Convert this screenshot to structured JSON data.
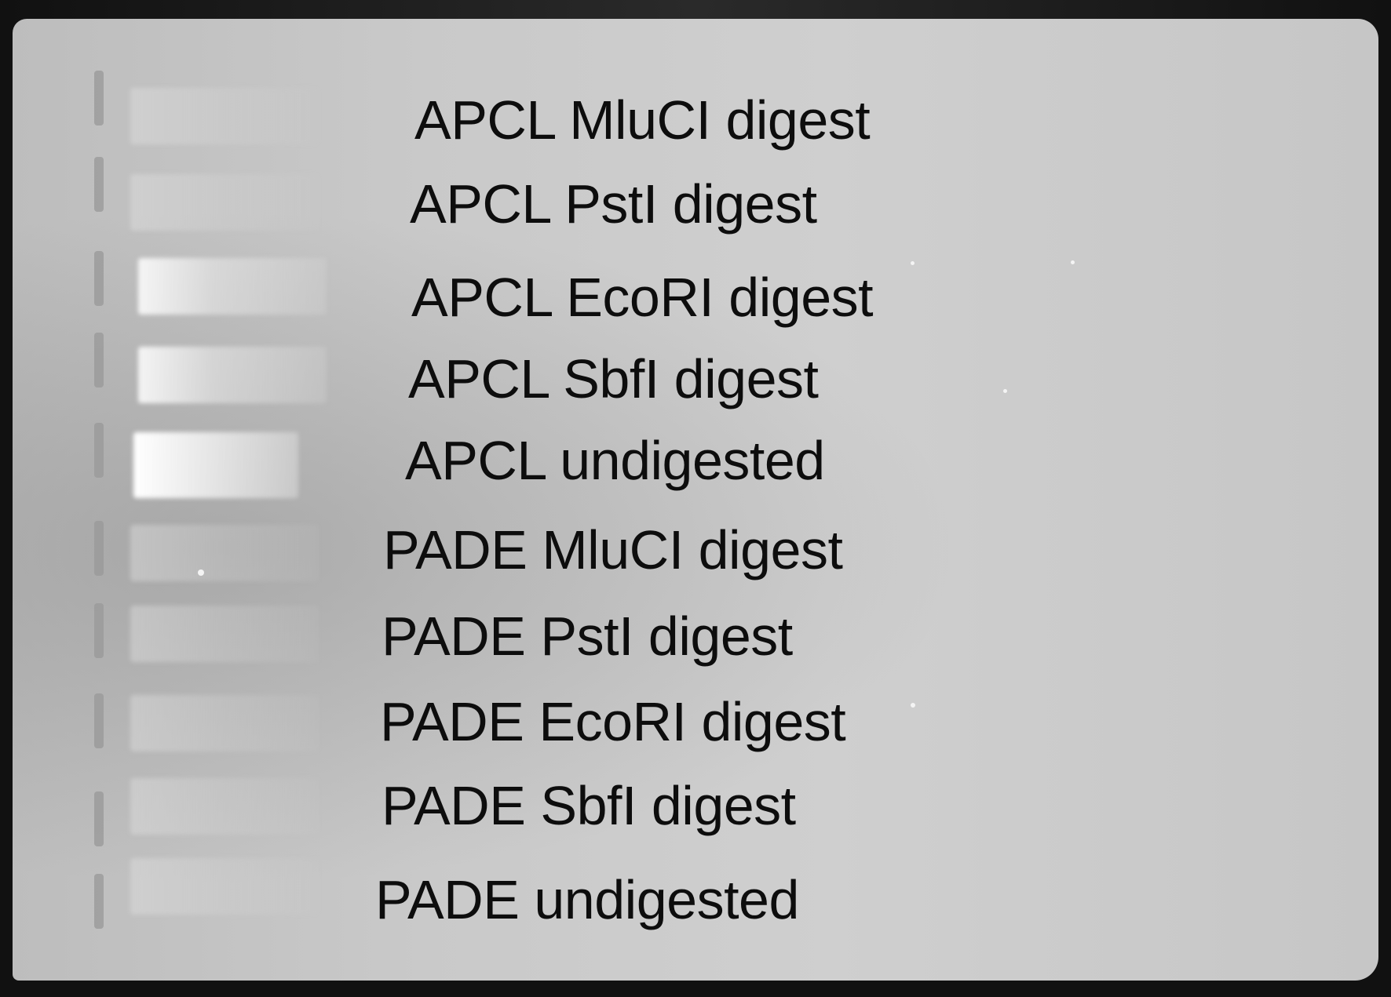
{
  "lanes": [
    {
      "label": "APCL MluCI digest"
    },
    {
      "label": "APCL PstI digest"
    },
    {
      "label": "APCL EcoRI digest"
    },
    {
      "label": "APCL SbfI digest"
    },
    {
      "label": "APCL undigested"
    },
    {
      "label": "PADE MluCI digest"
    },
    {
      "label": "PADE PstI digest"
    },
    {
      "label": "PADE EcoRI digest"
    },
    {
      "label": "PADE SbfI digest"
    },
    {
      "label": "PADE undigested"
    }
  ]
}
